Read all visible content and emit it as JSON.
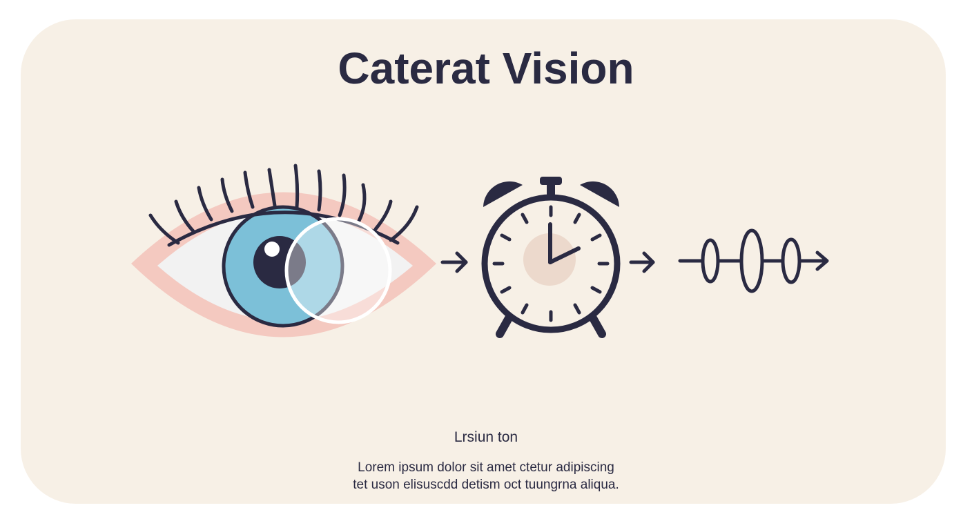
{
  "title": "Caterat Vision",
  "caption": {
    "heading": "Lrsiun ton",
    "lines": [
      "Lorem ipsum dolor sit amet ctetur adipiscing",
      "tet uson elisuscdd detism oct tuungrna aliqua."
    ]
  },
  "icons": [
    "eye-icon",
    "lens-icon",
    "arrow-right-icon",
    "alarm-clock-icon",
    "arrow-right-icon",
    "lens-array-arrow-icon"
  ],
  "colors": {
    "background": "#f7f0e6",
    "ink": "#2a2a42",
    "iris": "#7cc0d8",
    "lid": "#f4c9c0",
    "sclera": "#f2f2f2",
    "clock_center": "#ecd9cc"
  }
}
